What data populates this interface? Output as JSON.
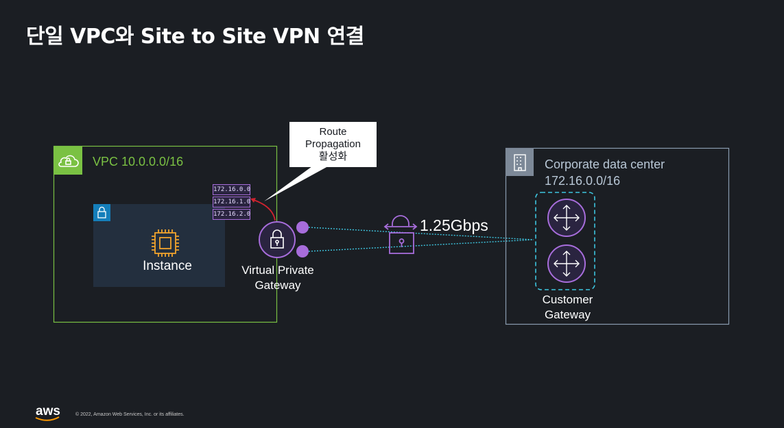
{
  "title": "단일 VPC와 Site to Site VPN 연결",
  "vpc": {
    "label": "VPC 10.0.0.0/16",
    "color": "#7ac143"
  },
  "instance": {
    "label": "Instance"
  },
  "route_table": {
    "entries": [
      "172.16.0.0",
      "172.16.1.0",
      "172.16.2.0"
    ]
  },
  "callout": {
    "lines": [
      "Route",
      "Propagation",
      "활성화"
    ]
  },
  "vgw": {
    "label_line1": "Virtual Private",
    "label_line2": "Gateway"
  },
  "vpn": {
    "bandwidth": "1.25Gbps"
  },
  "data_center": {
    "label_line1": "Corporate data center",
    "label_line2": "172.16.0.0/16"
  },
  "cgw": {
    "label_line1": "Customer",
    "label_line2": "Gateway"
  },
  "footer": {
    "logo": "aws",
    "copyright": "© 2022, Amazon Web Services, Inc. or its affiliates."
  },
  "colors": {
    "accent_purple": "#a76ddb",
    "cyan": "#3ec6e0",
    "background": "#1b1e23"
  }
}
